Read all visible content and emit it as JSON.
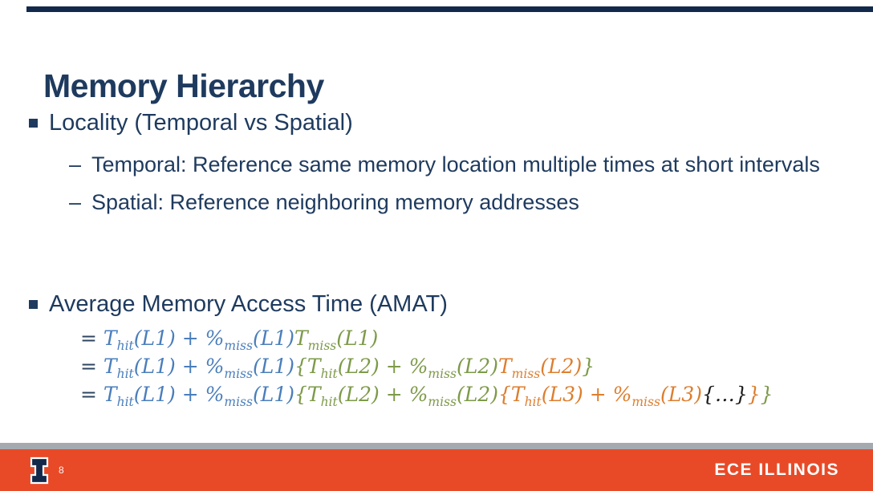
{
  "slide": {
    "title": "Memory Hierarchy",
    "bullets": [
      {
        "label": "Locality (Temporal vs Spatial)",
        "sub_bullets": [
          {
            "dash": "–",
            "text": "Temporal: Reference same memory location multiple times at short intervals"
          },
          {
            "dash": "–",
            "text": "Spatial: Reference neighboring memory addresses"
          }
        ]
      },
      {
        "label": "Average Memory Access Time (AMAT)"
      }
    ],
    "formula_colors": {
      "dark": "#2e4560",
      "blue": "#4a7ebb",
      "green": "#7d9a49",
      "orange": "#dd7e2e",
      "black": "#1b1b1b"
    },
    "formulas": [
      [
        {
          "t": "= ",
          "c": "dark"
        },
        {
          "t": "T",
          "sub": "hit",
          "c": "blue"
        },
        {
          "t": "(L1) + ",
          "c": "blue"
        },
        {
          "t": "%",
          "sub": "miss",
          "c": "blue"
        },
        {
          "t": "(L1)",
          "c": "blue"
        },
        {
          "t": "T",
          "sub": "miss",
          "c": "green"
        },
        {
          "t": "(L1)",
          "c": "green"
        }
      ],
      [
        {
          "t": "= ",
          "c": "dark"
        },
        {
          "t": "T",
          "sub": "hit",
          "c": "blue"
        },
        {
          "t": "(L1) + ",
          "c": "blue"
        },
        {
          "t": "%",
          "sub": "miss",
          "c": "blue"
        },
        {
          "t": "(L1)",
          "c": "blue"
        },
        {
          "t": "{",
          "c": "green"
        },
        {
          "t": "T",
          "sub": "hit",
          "c": "green"
        },
        {
          "t": "(L2) + ",
          "c": "green"
        },
        {
          "t": "%",
          "sub": "miss",
          "c": "green"
        },
        {
          "t": "(L2)",
          "c": "green"
        },
        {
          "t": "T",
          "sub": "miss",
          "c": "orange"
        },
        {
          "t": "(L2)",
          "c": "orange"
        },
        {
          "t": "}",
          "c": "green"
        }
      ],
      [
        {
          "t": "= ",
          "c": "dark"
        },
        {
          "t": "T",
          "sub": "hit",
          "c": "blue"
        },
        {
          "t": "(L1) + ",
          "c": "blue"
        },
        {
          "t": "%",
          "sub": "miss",
          "c": "blue"
        },
        {
          "t": "(L1)",
          "c": "blue"
        },
        {
          "t": "{",
          "c": "green"
        },
        {
          "t": "T",
          "sub": "hit",
          "c": "green"
        },
        {
          "t": "(L2) + ",
          "c": "green"
        },
        {
          "t": "%",
          "sub": "miss",
          "c": "green"
        },
        {
          "t": "(L2)",
          "c": "green"
        },
        {
          "t": "{",
          "c": "orange"
        },
        {
          "t": "T",
          "sub": "hit",
          "c": "orange"
        },
        {
          "t": "(L3) + ",
          "c": "orange"
        },
        {
          "t": "%",
          "sub": "miss",
          "c": "orange"
        },
        {
          "t": "(L3)",
          "c": "orange"
        },
        {
          "t": "{…}",
          "c": "black"
        },
        {
          "t": "}",
          "c": "orange"
        },
        {
          "t": "}",
          "c": "green"
        }
      ]
    ],
    "footer": {
      "page_number": "8",
      "brand": "ECE ILLINOIS",
      "logo": "illinois-block-i-logo"
    },
    "theme_colors": {
      "navy": "#13294b",
      "body_text": "#1e3a5e",
      "footer_orange": "#e84a27",
      "footer_gray": "#a5aaaf"
    }
  }
}
